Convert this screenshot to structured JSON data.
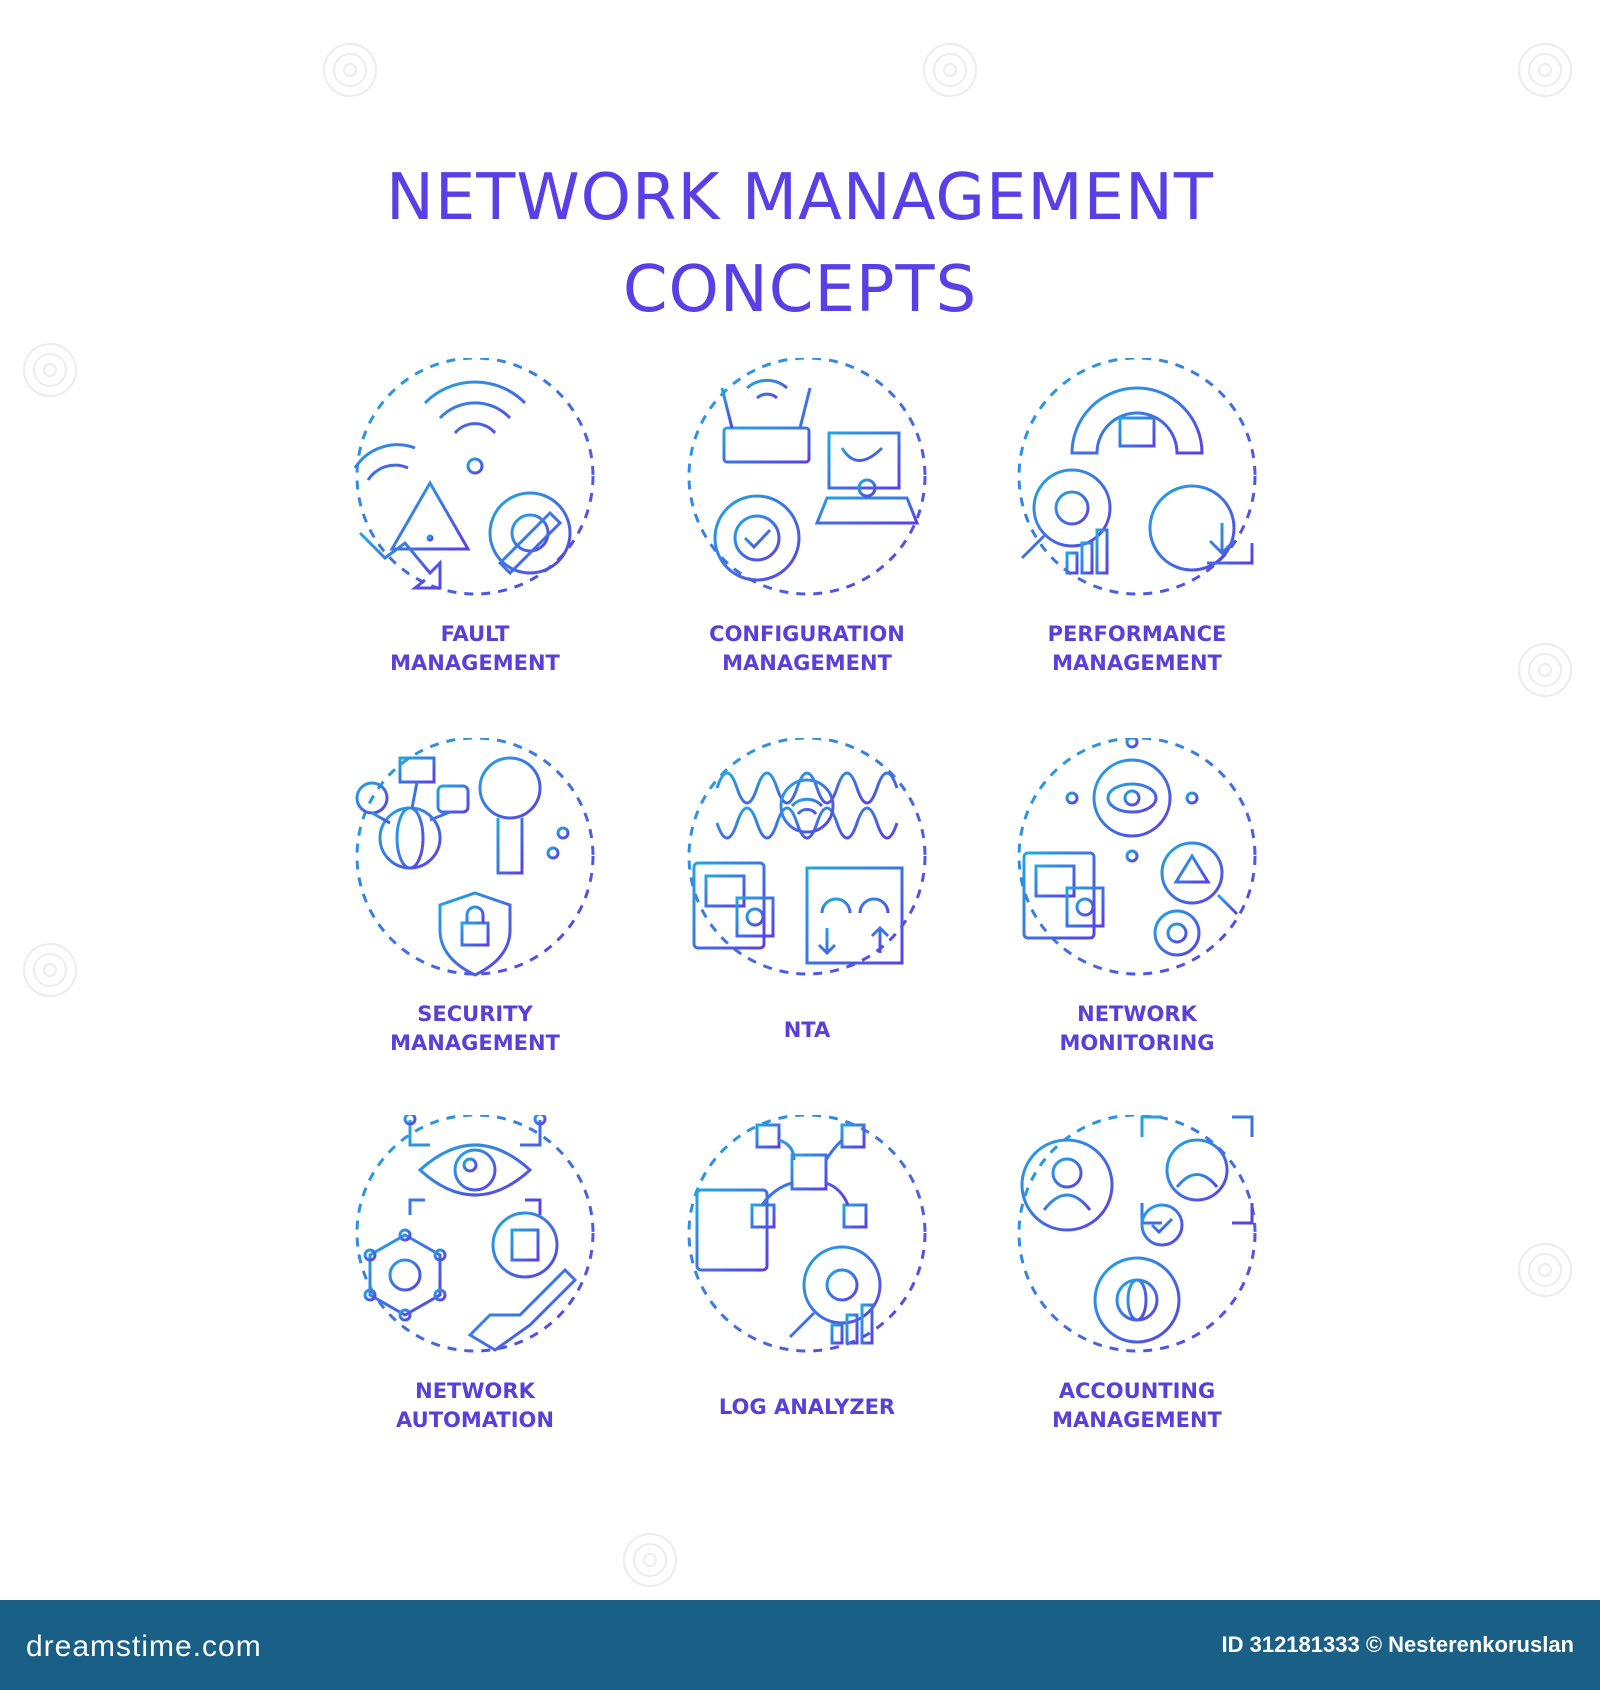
{
  "title": {
    "line1": "NETWORK MANAGEMENT",
    "line2": "CONCEPTS"
  },
  "concepts": [
    {
      "line1": "FAULT",
      "line2": "MANAGEMENT"
    },
    {
      "line1": "CONFIGURATION",
      "line2": "MANAGEMENT"
    },
    {
      "line1": "PERFORMANCE",
      "line2": "MANAGEMENT"
    },
    {
      "line1": "SECURITY",
      "line2": "MANAGEMENT"
    },
    {
      "line1": "NTA"
    },
    {
      "line1": "NETWORK",
      "line2": "MONITORING"
    },
    {
      "line1": "NETWORK",
      "line2": "AUTOMATION"
    },
    {
      "line1": "LOG ANALYZER"
    },
    {
      "line1": "ACCOUNTING",
      "line2": "MANAGEMENT"
    }
  ],
  "footer": {
    "brand": "dreamstime.com",
    "credit": "ID 312181333 © Nesterenkoruslan"
  },
  "colors": {
    "title": "#5b3fe6",
    "gradient_start": "#22a7e0",
    "gradient_end": "#5b3fe6",
    "footer_bg": "#1a5f86"
  }
}
